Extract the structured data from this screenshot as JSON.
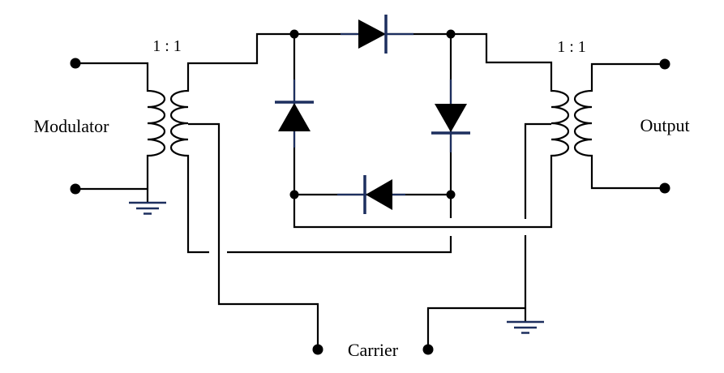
{
  "diagram": {
    "kind": "ring-modulator-circuit"
  },
  "colors": {
    "wire": "#000000",
    "accent": "#1d2f5f",
    "text": "#000000",
    "background": "#ffffff"
  },
  "labels": {
    "modulator": "Modulator",
    "output": "Output",
    "carrier": "Carrier"
  },
  "transformers": [
    {
      "id": "left-transformer",
      "ratio": "1 : 1"
    },
    {
      "id": "right-transformer",
      "ratio": "1 : 1"
    }
  ],
  "components": {
    "transformer_count": 2,
    "diode_count": 4,
    "ground_count": 2,
    "terminal_count": 6,
    "diode_directions": [
      "top diode points right",
      "right diode points down",
      "bottom diode points left",
      "left diode points up"
    ]
  }
}
